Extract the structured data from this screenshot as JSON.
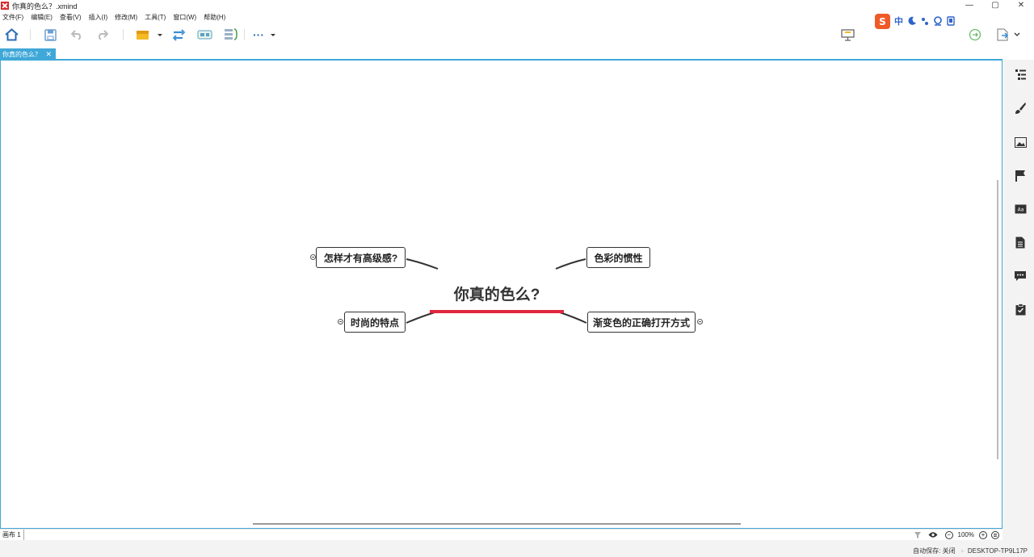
{
  "window": {
    "title": "你真的色么？.xmind",
    "controls": [
      "—",
      "▢",
      "✕"
    ]
  },
  "menu": [
    "文件(F)",
    "编辑(E)",
    "查看(V)",
    "插入(I)",
    "修改(M)",
    "工具(T)",
    "窗口(W)",
    "帮助(H)"
  ],
  "toolbar": {
    "more": "···"
  },
  "ime": {
    "lang": "中"
  },
  "tab": {
    "label": "你真的色么？",
    "close": "✕"
  },
  "map": {
    "central": "你真的色么?",
    "topics": {
      "left_top": "怎样才有高级感?",
      "left_bottom": "时尚的特点",
      "right_top": "色彩的惯性",
      "right_bottom": "渐变色的正确打开方式"
    },
    "colors": {
      "underline": "#e0273e",
      "line": "#333333",
      "accent": "#3fa8d8"
    }
  },
  "statusbar": {
    "sheet": "画布 1",
    "zoom": "100%",
    "zoom_out": "−",
    "zoom_in": "+"
  },
  "bottom": {
    "autosave": "自动保存: 关闭",
    "host": "DESKTOP-TP9L17P"
  }
}
